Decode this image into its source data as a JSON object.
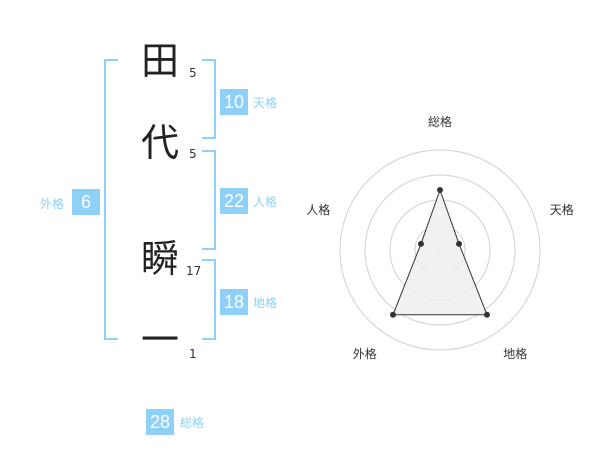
{
  "name": {
    "chars": [
      {
        "char": "田",
        "strokes": "5"
      },
      {
        "char": "代",
        "strokes": "5"
      },
      {
        "char": "瞬",
        "strokes": "17"
      },
      {
        "char": "一",
        "strokes": "1"
      }
    ]
  },
  "kaku": {
    "tenkaku": {
      "value": "10",
      "label": "天格"
    },
    "jinkaku": {
      "value": "22",
      "label": "人格"
    },
    "chikaku": {
      "value": "18",
      "label": "地格"
    },
    "gaikaku": {
      "value": "6",
      "label": "外格"
    },
    "soukaku": {
      "value": "28",
      "label": "総格"
    }
  },
  "colors": {
    "accent": "#8ed0f8",
    "text": "#222222",
    "grid": "#d0d0d0",
    "polygon_fill": "#eeeeee",
    "polygon_stroke": "#333333"
  },
  "chart_data": {
    "type": "radar",
    "axes": [
      "総格",
      "天格",
      "地格",
      "外格",
      "人格"
    ],
    "values": [
      3,
      1,
      4,
      4,
      1
    ],
    "max": 5,
    "rings": 4,
    "grid": true
  }
}
